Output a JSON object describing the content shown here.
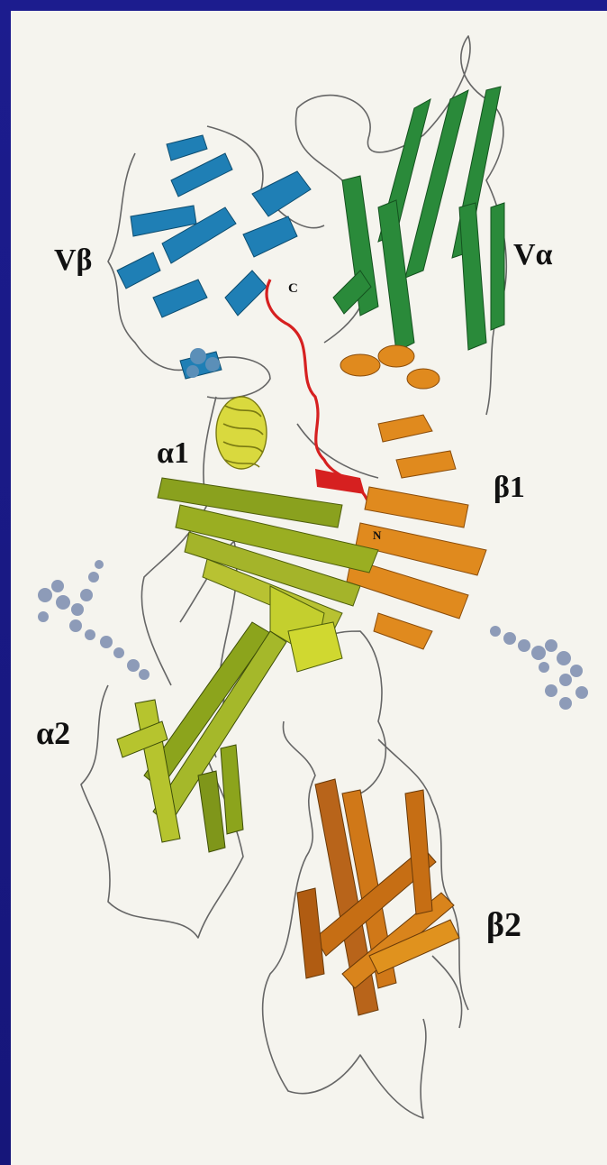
{
  "labels": {
    "v_beta": "Vβ",
    "v_alpha": "Vα",
    "alpha1": "α1",
    "beta1": "β1",
    "alpha2": "α2",
    "beta2": "β2",
    "c_term": "C",
    "n_term": "N"
  },
  "colors": {
    "frame": "#1a1a86",
    "paper": "#f5f4ee",
    "v_beta": "#1f7fb5",
    "v_alpha": "#2a8a3a",
    "linker": "#d62020",
    "alpha1_helix": "#c9c93a",
    "alpha_sheet": "#8aa11e",
    "beta_sheet": "#e08a1e",
    "beta2": "#c66e14",
    "glycan": "#8d9bb8",
    "coil": "#555555"
  }
}
